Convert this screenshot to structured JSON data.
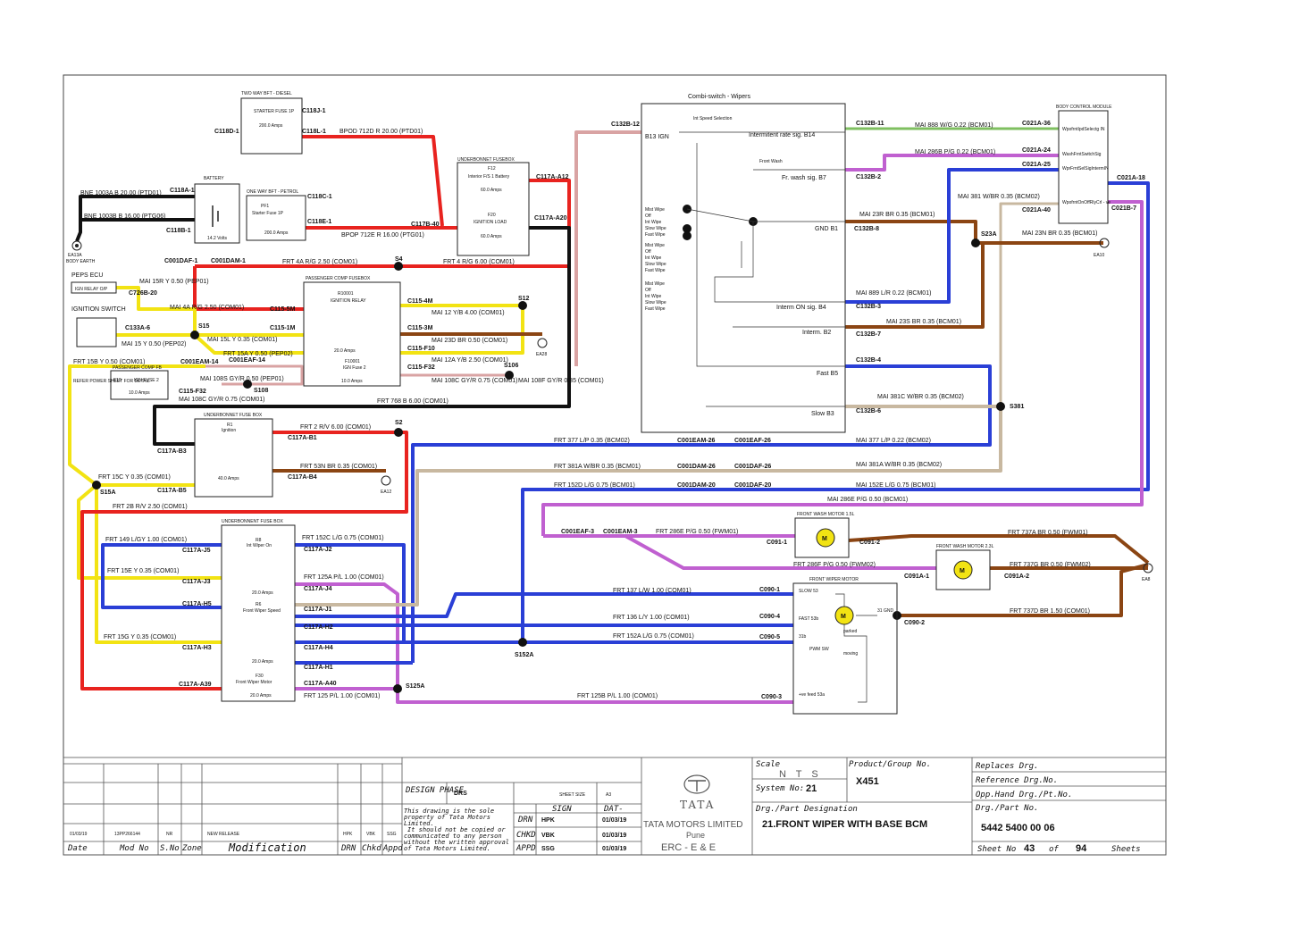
{
  "colors": {
    "red": "#e8231f",
    "black": "#111111",
    "yellow": "#f2e313",
    "brown": "#8b4513",
    "blue": "#2a3fd6",
    "purple": "#c060d0",
    "pink": "#d9a3a3",
    "green": "#7fbf60",
    "teal": "#3aa7b5",
    "tan": "#c8b8a0",
    "gold": "#b5a000"
  },
  "components": {
    "two_way_bft_diesel": "TWO WAY BFT - DIESEL",
    "starter_fuse": "STARTER FUSE 1P",
    "amps200": "200.0 Amps",
    "battery": "BATTERY",
    "volts": "14.2 Volts",
    "one_way_bft": "ONE WAY BFT - PETROL",
    "pf1": "PF1",
    "starter_fuse_1p": "Starter Fuse 1P",
    "underbonnet_fusebox": "UNDERBONNET FUSEBOX",
    "f12": "F12",
    "f12_sub": "Interior F/S 1 Battery",
    "f12_amps": "60.0 Amps",
    "f20": "F20",
    "f20_sub": "IGNITION LOAD",
    "f20_amps": "60.0 Amps",
    "peps_ecu": "PEPS ECU",
    "ign_relay": "IGN RELAY O/P",
    "ignition_switch": "IGNITION SWITCH",
    "passenger_fusebox": "PASSENGER COMP FUSEBOX",
    "r10001": "R10001",
    "ign_relay2": "IGNITION RELAY",
    "r_amps": "20.0 Amps",
    "f10001": "F10001",
    "ign_fuse2": "IGN Fuse 2",
    "f10001_amps": "10.0 Amps",
    "f10": "F10",
    "ign_fuse_2": "IGN FUSE 2",
    "f10_amps": "10.0 Amps",
    "refer_note": "REFER POWER SHEET FOR DETAIL",
    "passenger_fusebox_small": "PASSENGER COMP FB",
    "underbonnet_fuse_box": "UNDERBONNET FUSE BOX",
    "r1": "R1",
    "ignition": "Ignition",
    "r1_amps": "40.0 Amps",
    "underbonnent_fuse_box": "UNDERBONNENT FUSE BOX",
    "r8": "R8",
    "int_wiper_on": "Int Wiper On",
    "r8_amps": "20.0 Amps",
    "r6": "R6",
    "front_wiper_speed": "Front Wiper Speed",
    "r6_amps": "20.0 Amps",
    "f30": "F30",
    "front_wiper_motor_fuse": "Front Wiper Motor",
    "f30_amps": "20.0 Amps",
    "combi_switch": "Combi-switch - Wipers",
    "int_speed_sel": "Int Speed Selection",
    "b13_ign": "B13 IGN",
    "int_rate": "Intermitent rate sig. B14",
    "front_wash": "Front Wash",
    "fr_wash": "Fr. wash sig. B7",
    "gnd_b1": "GND B1",
    "interm_on": "Interm ON sig. B4",
    "interm_b2": "Interm. B2",
    "fast_b5": "Fast B5",
    "slow_b3": "Slow B3",
    "mist_group": [
      "Mist Wipe",
      "Off",
      "Int Wipe",
      "Slow Wipe",
      "Fast Wipe"
    ],
    "bcm": "BODY CONTROL MODULE",
    "bcm_pins": [
      "WpofrntIpdSelectg IN",
      "WashFrntSwitchSig",
      "WprFrntSelSigIntermIN",
      "WpofrntOnOffRlyCrl - ve"
    ],
    "front_wash_15": "FRONT WASH MOTOR 1.5L",
    "front_wash_23": "FRONT WASH MOTOR 2.3L",
    "front_wiper_motor": "FRONT WIPER MOTOR",
    "slow53": "SLOW 53",
    "fast53b": "FAST 53b",
    "s31": "31 GND",
    "s31b": "31b",
    "parked": "parked",
    "moving": "moving",
    "pwm_sw": "PWM SW",
    "vefeed": "+ve feed 53a",
    "m": "M",
    "body_earth": "BODY EARTH",
    "ea13a": "EA13A",
    "ea10": "EA10",
    "ea28": "EA28",
    "ea12": "EA12",
    "ea8": "EA8"
  },
  "connectors": {
    "c118j1": "C118J-1",
    "c118l1": "C118L-1",
    "c118d1": "C118D-1",
    "c118a1": "C118A-1",
    "c118b1": "C118B-1",
    "c118c1": "C118C-1",
    "c118e1": "C118E-1",
    "c117b40": "C117B-40",
    "c117a12": "C117A-A12",
    "c117a20": "C117A-A20",
    "c001daf1": "C001DAF-1",
    "c001dam1": "C001DAM-1",
    "s4": "S4",
    "c726b20": "C726B-20",
    "c133a6": "C133A-6",
    "s15": "S15",
    "c115_5m": "C115-5M",
    "c115_1m": "C115-1M",
    "c115_4m": "C115-4M",
    "c115_3m": "C115-3M",
    "c115_f10": "C115-F10",
    "c115_f32": "C115-F32",
    "c115_f32b": "C115-F32",
    "s12": "S12",
    "s106": "S106",
    "s108": "S108",
    "c001eam14": "C001EAM-14",
    "c001eaf14": "C001EAF-14",
    "c117a_b3": "C117A-B3",
    "c117a_b1": "C117A-B1",
    "c117a_b4": "C117A-B4",
    "c117a_b5": "C117A-B5",
    "s2": "S2",
    "s15a": "S15A",
    "c117a_j5": "C117A-J5",
    "c117a_j3": "C117A-J3",
    "c117a_h5": "C117A-H5",
    "c117a_h3": "C117A-H3",
    "c117a_a39": "C117A-A39",
    "c117a_j2": "C117A-J2",
    "c117a_j4": "C117A-J4",
    "c117a_j1": "C117A-J1",
    "c117a_h2": "C117A-H2",
    "c117a_h4": "C117A-H4",
    "c117a_h1": "C117A-H1",
    "c117a_a40": "C117A-A40",
    "s125a": "S125A",
    "s152a": "S152A",
    "c132b12": "C132B-12",
    "c132b11": "C132B-11",
    "c132b2": "C132B-2",
    "c132b8": "C132B-8",
    "c132b3": "C132B-3",
    "c132b7": "C132B-7",
    "c132b4": "C132B-4",
    "c132b6": "C132B-6",
    "c021a36": "C021A-36",
    "c021a24": "C021A-24",
    "c021a25": "C021A-25",
    "c021a40": "C021A-40",
    "c021a18": "C021A-18",
    "c021b7": "C021B-7",
    "s23a": "S23A",
    "s381": "S381",
    "c001eam26": "C001EAM-26",
    "c001eaf26": "C001EAF-26",
    "c001dam26": "C001DAM-26",
    "c001daf26": "C001DAF-26",
    "c001dam20": "C001DAM-20",
    "c001daf20": "C001DAF-20",
    "c001eaf3": "C001EAF-3",
    "c001eam3": "C001EAM-3",
    "c091_1": "C091-1",
    "c091_2": "C091-2",
    "c091a1": "C091A-1",
    "c091a2": "C091A-2",
    "c090_1": "C090-1",
    "c090_4": "C090-4",
    "c090_5": "C090-5",
    "c090_3": "C090-3",
    "c090_2": "C090-2"
  },
  "wires": {
    "bne1003a": "BNE  1003A  B  20.00  (PTD01)",
    "bne1003b": "BNE  1003B  B  16.00  (PTG06)",
    "bpod712d": "BPOD  712D  R  20.00  (PTD01)",
    "bpop712e": "BPOP  712E  R  16.00  (PTG01)",
    "frt4a": "FRT  4A  R/G  2.50  (COM01)",
    "frt4": "FRT  4  R/G  6.00  (COM01)",
    "mai15r": "MAI  15R  Y  0.50  (PEP01)",
    "mai4": "MAI  4A  R/G  2.50  (COM01)",
    "mai12": "MAI  12  Y/B  4.00  (COM01)",
    "mai15": "MAI  15  Y  0.50  (PEP02)",
    "mai15l": "MAI  15L  Y  0.35  (COM01)",
    "mai23d": "MAI  23D  BR  0.50  (COM01)",
    "frt15a": "FRT  15A  Y  0.50  (PEP02)",
    "mai12a": "MAI  12A  Y/B  2.50  (COM01)",
    "frt15b": "FRT  15B  Y  0.50  (COM01)",
    "mai108s": "MAI  108S  GY/R  0.50  (PEP01)",
    "mai108c": "MAI  108C  GY/R  0.75  (COM01)",
    "mai108c2": "MAI  108C  GY/R  0.75  (COM01)",
    "mai108f": "MAI  108F  GY/R  0.35  (COM01)",
    "frt768": "FRT  768  B  6.00  (COM01)",
    "frt2": "FRT  2  R/V  6.00  (COM01)",
    "frt53n": "FRT  53N  BR  0.35  (COM01)",
    "frt15c": "FRT  15C  Y  0.35  (COM01)",
    "frt2b": "FRT  2B  R/V  2.50  (COM01)",
    "frt149": "FRT  149  L/GY  1.00  (COM01)",
    "frt15e": "FRT  15E  Y  0.35  (COM01)",
    "frt15g": "FRT  15G  Y  0.35  (COM01)",
    "frt152c": "FRT  152C  L/G  0.75  (COM01)",
    "frt125a": "FRT  125A  P/L  1.00  (COM01)",
    "frt125": "FRT  125  P/L  1.00  (COM01)",
    "frt377": "FRT  377  L/P  0.35  (BCM02)",
    "frt381a": "FRT  381A  W/BR  0.35  (BCM01)",
    "frt152d": "FRT  152D  L/G  0.75  (BCM01)",
    "mai888": "MAI  888  W/G  0.22  (BCM01)",
    "mai286b": "MAI  286B  P/G  0.22  (BCM01)",
    "mai381": "MAI  381  W/BR  0.35  (BCM02)",
    "mai23r": "MAI  23R  BR  0.35  (BCM01)",
    "mai23n": "MAI  23N  BR  0.35  (BCM01)",
    "mai889": "MAI  889  L/R  0.22  (BCM01)",
    "mai23s": "MAI  23S  BR  0.35  (BCM01)",
    "mai381c": "MAI  381C  W/BR  0.35  (BCM02)",
    "mai377": "MAI  377  L/P  0.22  (BCM02)",
    "mai381a": "MAI  381A  W/BR  0.35  (BCM02)",
    "mai152e": "MAI  152E  L/G  0.75  (BCM01)",
    "mai286e": "MAI  286E  P/G  0.50  (BCM01)",
    "frt286e": "FRT  286E  P/G  0.50  (FWM01)",
    "frt286f": "FRT  286F  P/G  0.50  (FWM02)",
    "frt737a": "FRT  737A  BR  0.50  (FWM01)",
    "frt737g": "FRT  737G  BR  0.50  (FWM02)",
    "frt737d": "FRT  737D  BR  1.50  (COM01)",
    "frt137": "FRT  137  L/W  1.00  (COM01)",
    "frt136": "FRT  136  L/Y  1.00  (COM01)",
    "frt152a": "FRT  152A  L/G  0.75  (COM01)",
    "frt125b": "FRT  125B  P/L  1.00  (COM01)"
  },
  "title_block": {
    "design_phase_label": "DESIGN PHASE",
    "design_phase": "DRS",
    "sheet_size_label": "SHEET SIZE",
    "sheet_size": "A3",
    "sign_label": "SIGN",
    "dat_label": "DAT-",
    "drn_label": "DRN",
    "drn": "HPK",
    "drn_date": "01/03/19",
    "chkd_label": "CHKD",
    "chkd": "VBK",
    "chkd_date": "01/03/19",
    "appd_label": "APPD",
    "appd": "SSG",
    "appd_date": "01/03/19",
    "notice": [
      "This drawing is the sole",
      "property of Tata Motors",
      "Limited.",
      "It should not be copied or",
      "communicated to any person",
      "without the written approval",
      "of Tata Motors Limited."
    ],
    "rev_date": "01/03/19",
    "rev_mod": "13PP266144",
    "rev_sno": "NR",
    "rev_desc": "NEW RELEASE",
    "rev_drn": "HPK",
    "rev_chkd": "VBK",
    "rev_appd": "SSG",
    "hdr_date": "Date",
    "hdr_mod": "Mod No",
    "hdr_sno": "S.No",
    "hdr_zone": "Zone",
    "hdr_modification": "Modification",
    "hdr_drn": "DRN",
    "hdr_chkd": "Chkd",
    "hdr_appd": "Appd",
    "logo_text": "TATA",
    "company": "TATA MOTORS LIMITED",
    "city": "Pune",
    "dept": "ERC - E & E",
    "scale_label": "Scale",
    "scale": "N T S",
    "system_label": "System No:",
    "system": "21",
    "product_label": "Product/Group No.",
    "product": "X451",
    "designation_label": "Drg./Part Designation",
    "designation": "21.FRONT WIPER WITH BASE BCM",
    "replaces_label": "Replaces Drg.",
    "reference_label": "Reference Drg.No.",
    "opp_label": "Opp.Hand Drg./Pt.No.",
    "part_label": "Drg./Part No.",
    "part_no": "5442 5400 00 06",
    "sheet_no_label": "Sheet No",
    "sheet_no": "43",
    "of_label": "of",
    "of_total": "94",
    "sheets_label": "Sheets"
  }
}
